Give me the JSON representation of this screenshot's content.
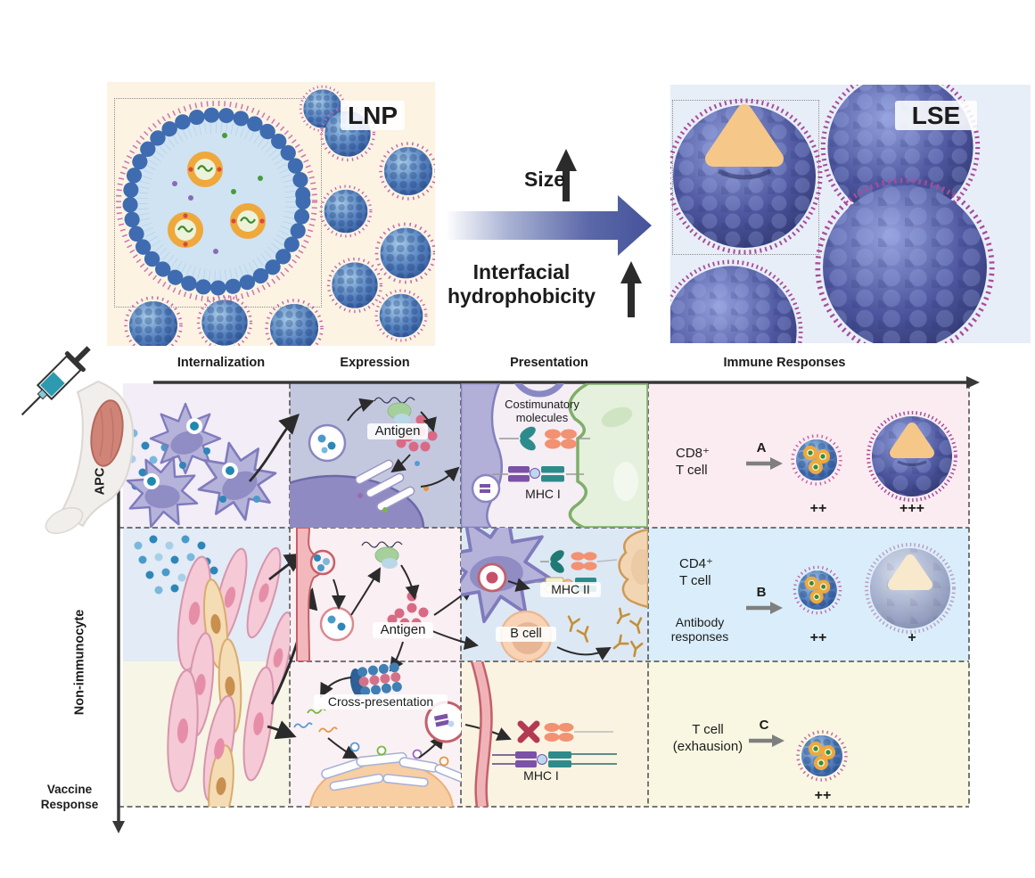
{
  "figure": {
    "panels": {
      "lnp": {
        "label": "LNP"
      },
      "lse": {
        "label": "LSE"
      }
    },
    "transition": {
      "size_label": "Size",
      "hydrophobicity_line1": "Interfacial",
      "hydrophobicity_line2": "hydrophobicity"
    },
    "process_axis": {
      "column_headers": [
        "Internalization",
        "Expression",
        "Presentation",
        "Immune Responses"
      ]
    },
    "row_axis": {
      "apc_label": "APC",
      "non_immunocyte_label": "Non-immunocyte",
      "vaccine_line1": "Vaccine",
      "vaccine_line2": "Response"
    },
    "cell_labels": {
      "antigen_apc": "Antigen",
      "costimulatory_line1": "Costimunatory",
      "costimulatory_line2": "molecules",
      "mhc1_apc": "MHC I",
      "antigen_non_immunocyte": "Antigen",
      "mhc2": "MHC II",
      "b_cell": "B cell",
      "cross_presentation": "Cross-presentation",
      "mhc1_non_immunocyte": "MHC I"
    },
    "immune_responses": [
      {
        "target_line1": "CD8⁺",
        "target_line2": "T cell",
        "arrow_label": "A",
        "lnp_score": "++",
        "lse_score": "+++"
      },
      {
        "target_line1": "CD4⁺",
        "target_line2": "T cell",
        "extra_line1": "Antibody",
        "extra_line2": "responses",
        "arrow_label": "B",
        "lnp_score": "++",
        "lse_score": "+"
      },
      {
        "target_line1": "T cell",
        "target_line2": "(exhausion)",
        "arrow_label": "C",
        "lnp_score": "++"
      }
    ],
    "colors": {
      "transition_arrow_blue": "#46539b",
      "lnp_panel_bg": "#fcf3e3",
      "lse_panel_bg": "#e8eef7",
      "apc_immune_bg": "#fbecf1",
      "cd4_immune_bg": "#d9eefa",
      "exhaustion_immune_bg": "#f9f7e2",
      "expression_cell_bg": "#c3c8df",
      "axis_color": "#3a3a3a",
      "antigen_dot_pink": "#d96a85",
      "mhc_purple": "#7b52a8",
      "mhc_teal": "#2e8b8b",
      "costim_orange": "#f29272",
      "red_cross": "#b33a52"
    },
    "icons": {
      "up_arrow": "↑",
      "right_arrow": "→",
      "down_arrow": "↓",
      "red_cross": "✗"
    }
  }
}
